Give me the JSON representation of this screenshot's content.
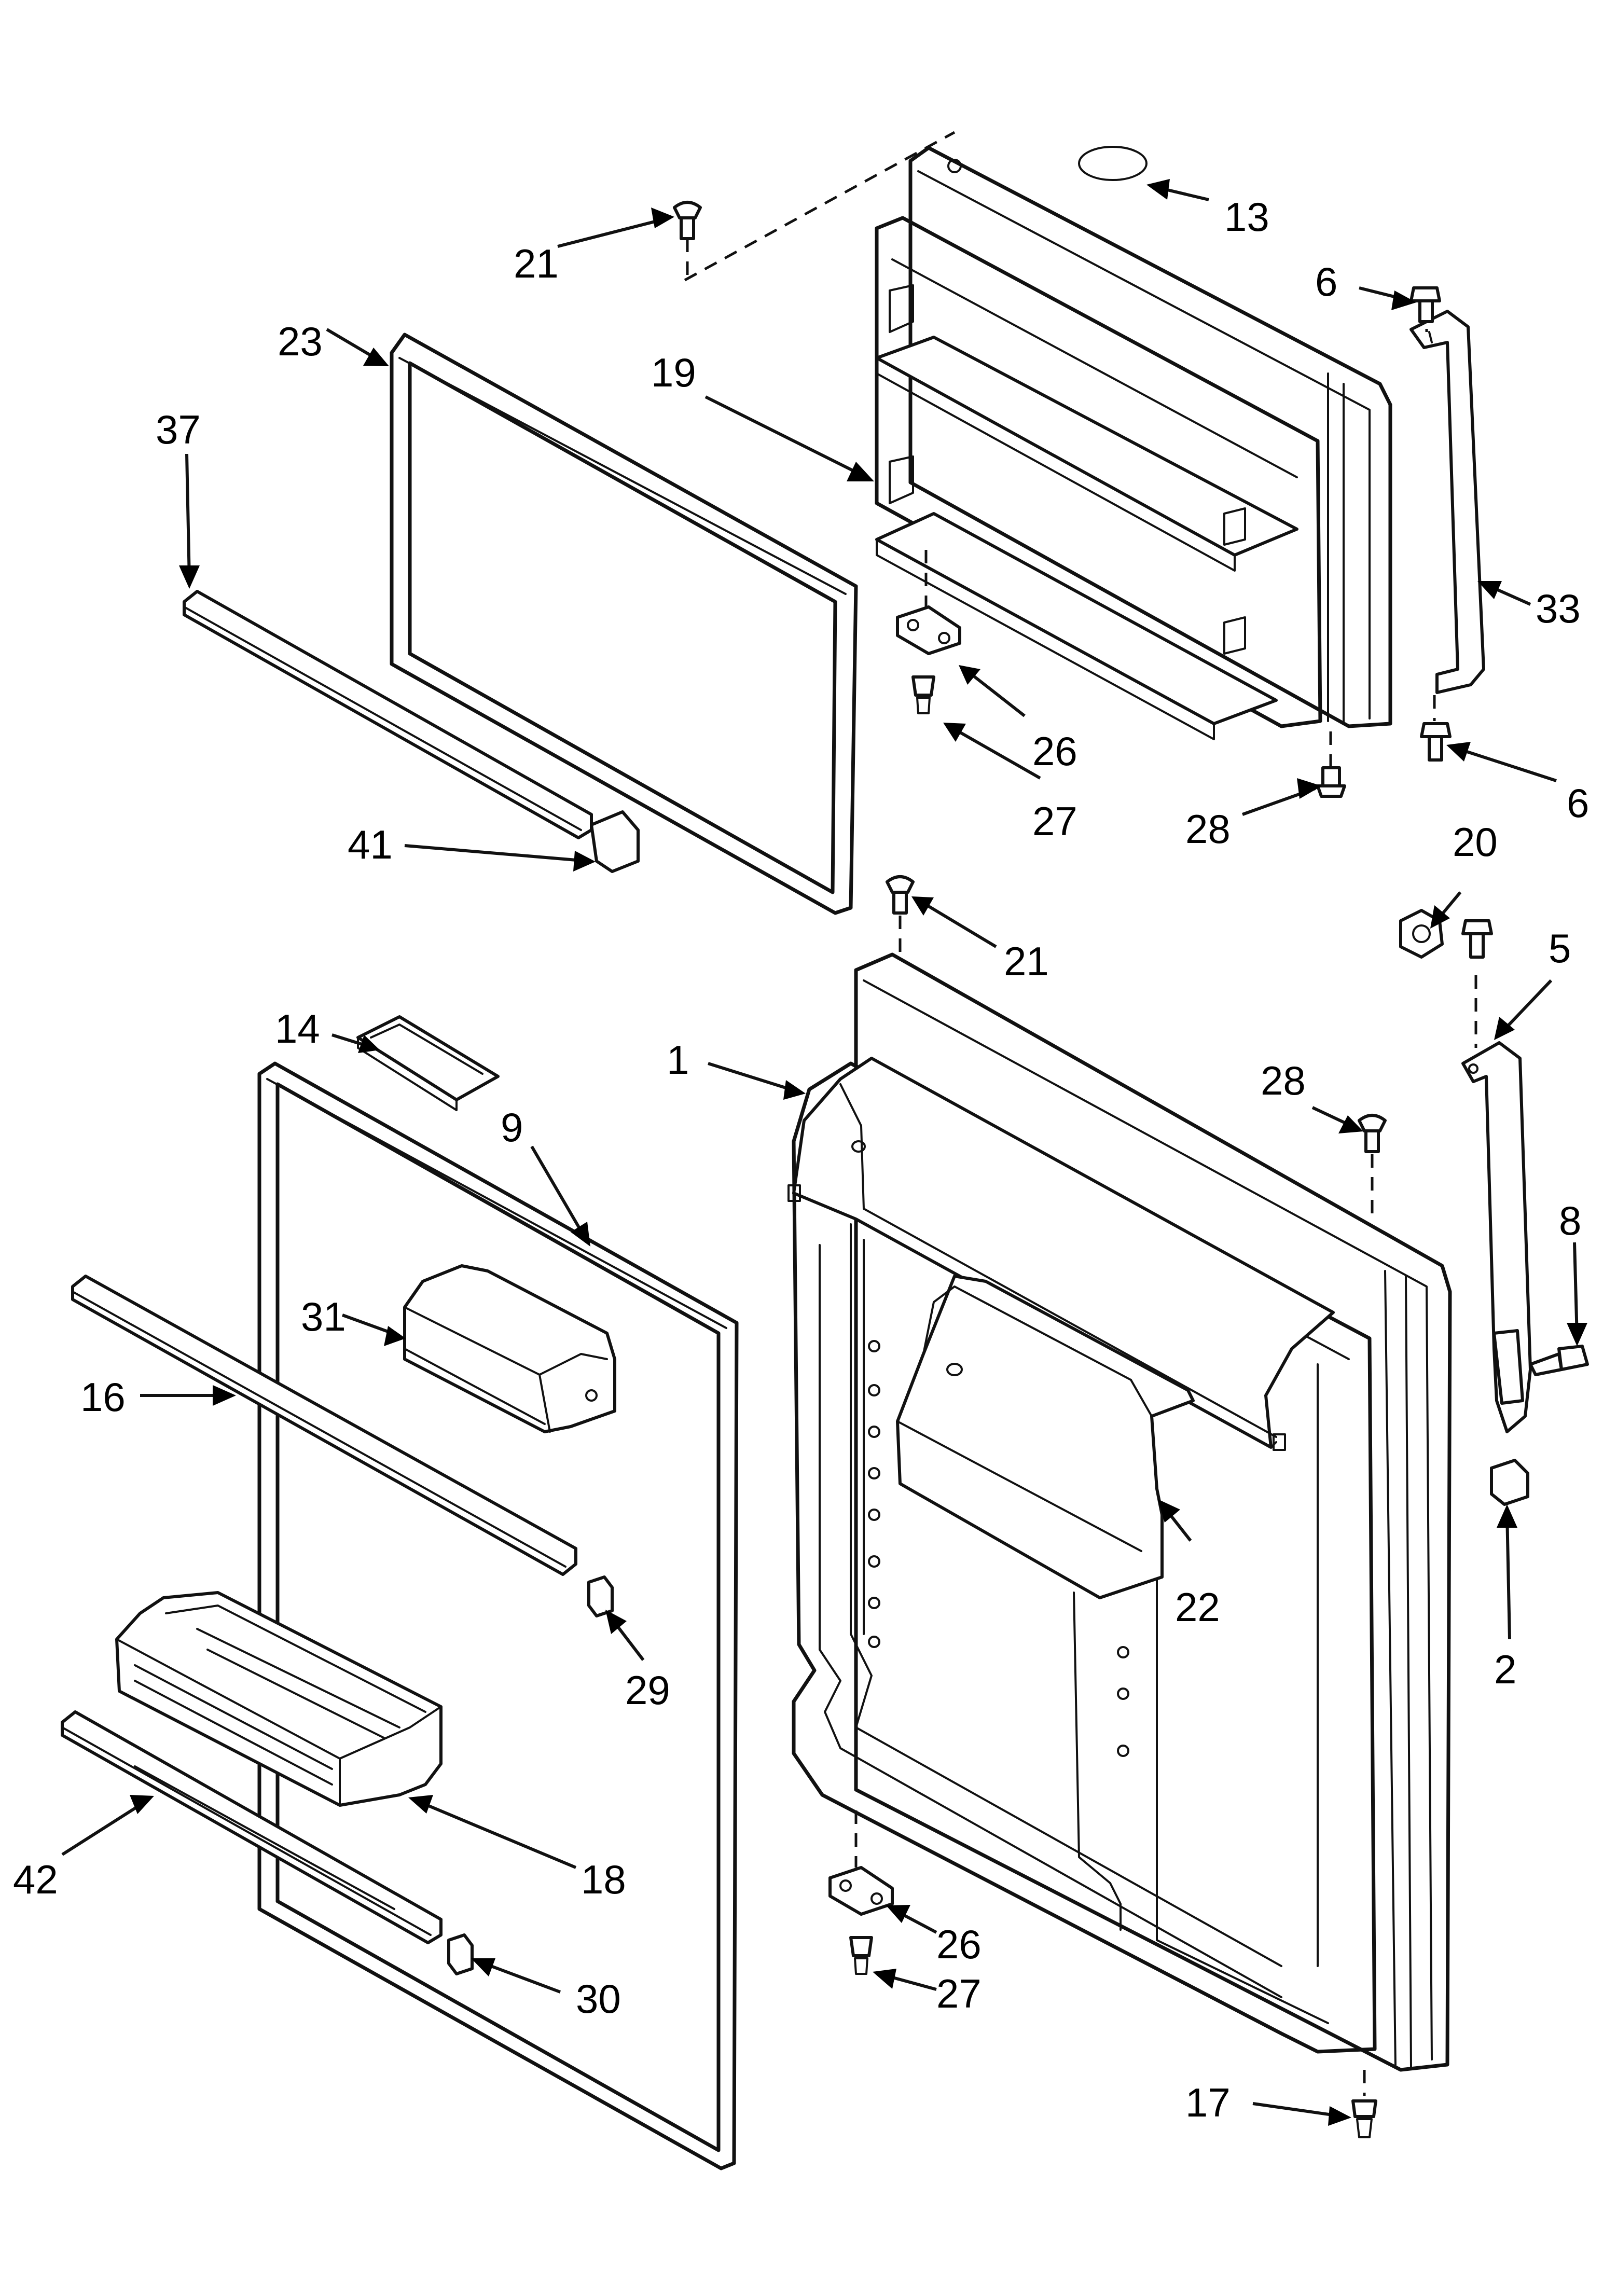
{
  "callouts": [
    {
      "id": "c21a",
      "label": "21"
    },
    {
      "id": "c13",
      "label": "13"
    },
    {
      "id": "c6a",
      "label": "6"
    },
    {
      "id": "c23",
      "label": "23"
    },
    {
      "id": "c37",
      "label": "37"
    },
    {
      "id": "c19",
      "label": "19"
    },
    {
      "id": "c33",
      "label": "33"
    },
    {
      "id": "c26a",
      "label": "26"
    },
    {
      "id": "c27a",
      "label": "27"
    },
    {
      "id": "c28a",
      "label": "28"
    },
    {
      "id": "c6b",
      "label": "6"
    },
    {
      "id": "c41",
      "label": "41"
    },
    {
      "id": "c20",
      "label": "20"
    },
    {
      "id": "c21b",
      "label": "21"
    },
    {
      "id": "c5",
      "label": "5"
    },
    {
      "id": "c14",
      "label": "14"
    },
    {
      "id": "c1",
      "label": "1"
    },
    {
      "id": "c28b",
      "label": "28"
    },
    {
      "id": "c9",
      "label": "9"
    },
    {
      "id": "c8",
      "label": "8"
    },
    {
      "id": "c31",
      "label": "31"
    },
    {
      "id": "c16",
      "label": "16"
    },
    {
      "id": "c22",
      "label": "22"
    },
    {
      "id": "c2",
      "label": "2"
    },
    {
      "id": "c29",
      "label": "29"
    },
    {
      "id": "c18",
      "label": "18"
    },
    {
      "id": "c42",
      "label": "42"
    },
    {
      "id": "c26b",
      "label": "26"
    },
    {
      "id": "c27b",
      "label": "27"
    },
    {
      "id": "c30",
      "label": "30"
    },
    {
      "id": "c17",
      "label": "17"
    }
  ]
}
